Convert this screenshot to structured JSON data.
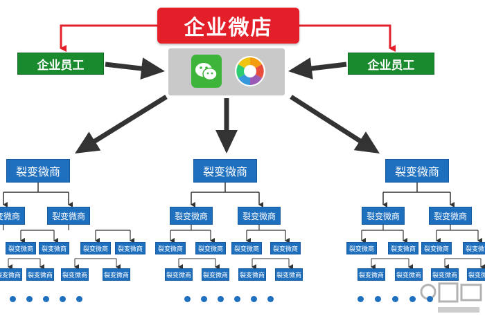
{
  "diagram": {
    "root_label": "企业微店",
    "staff_left_label": "企业员工",
    "staff_right_label": "企业员工",
    "node_label": "裂变微商",
    "center_icons": [
      "wechat-icon",
      "camera-aperture-icon"
    ],
    "colors": {
      "root": "#e3202a",
      "staff": "#1a8a2e",
      "node": "#1f6fbf",
      "arrow_red": "#e3202a",
      "arrow_dark": "#333333"
    }
  }
}
